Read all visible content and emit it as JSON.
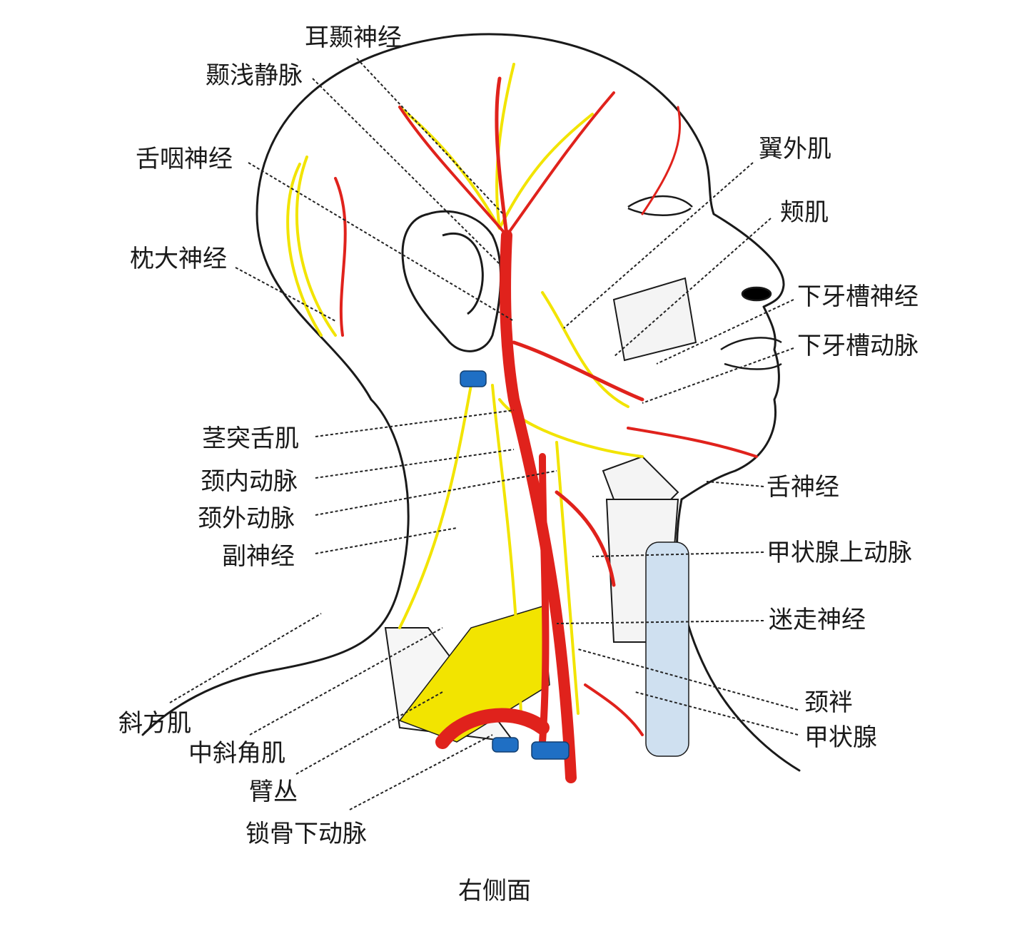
{
  "labels": {
    "auriculotemporal_nerve": "耳颞神经",
    "superficial_temporal_vein": "颞浅静脉",
    "glossopharyngeal_nerve": "舌咽神经",
    "greater_occipital_nerve": "枕大神经",
    "lateral_pterygoid": "翼外肌",
    "buccinator": "颊肌",
    "inferior_alveolar_nerve": "下牙槽神经",
    "inferior_alveolar_artery": "下牙槽动脉",
    "styloglossus": "茎突舌肌",
    "internal_carotid": "颈内动脉",
    "external_carotid": "颈外动脉",
    "accessory_nerve": "副神经",
    "lingual_nerve": "舌神经",
    "superior_thyroid_artery": "甲状腺上动脉",
    "vagus_nerve": "迷走神经",
    "ansa_cervicalis": "颈袢",
    "thyroid_gland": "甲状腺",
    "trapezius": "斜方肌",
    "middle_scalene": "中斜角肌",
    "brachial_plexus": "臂丛",
    "subclavian_artery": "锁骨下动脉"
  },
  "caption": "右侧面",
  "colors": {
    "artery": "#e0221c",
    "nerve": "#f2e400",
    "vein": "#1f6fc4",
    "outline": "#1a1a1a",
    "leader": "#222222",
    "trachea": "#cfe0f0"
  }
}
